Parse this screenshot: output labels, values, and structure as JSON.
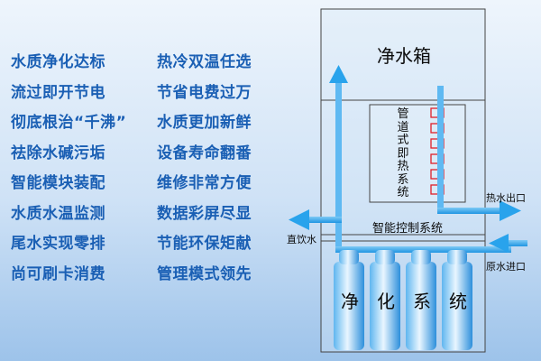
{
  "features": [
    [
      "水质净化达标",
      "热冷双温任选"
    ],
    [
      "流过即开节电",
      "节省电费过万"
    ],
    [
      "彻底根治“千沸”",
      "水质更加新鲜"
    ],
    [
      "祛除水碱污垢",
      "设备寿命翻番"
    ],
    [
      "智能模块装配",
      "维修非常方便"
    ],
    [
      "水质水温监测",
      "数据彩屏尽显"
    ],
    [
      "尾水实现零排",
      "节能环保矩献"
    ],
    [
      "尚可刷卡消费",
      "管理模式领先"
    ]
  ],
  "diagram": {
    "tank": "净水箱",
    "heater": [
      "管",
      "道",
      "式",
      "即",
      "热",
      "系",
      "统"
    ],
    "control": "智能控制系统",
    "purify": [
      "净",
      "化",
      "系",
      "统"
    ],
    "hot_out": "热水出口",
    "drink": "直饮水",
    "raw_in": "原水进口"
  },
  "colors": {
    "feature_text": "#1a5fb4",
    "pipe": "#29a3ec",
    "coil": "#e0202a",
    "frame": "#444444"
  }
}
